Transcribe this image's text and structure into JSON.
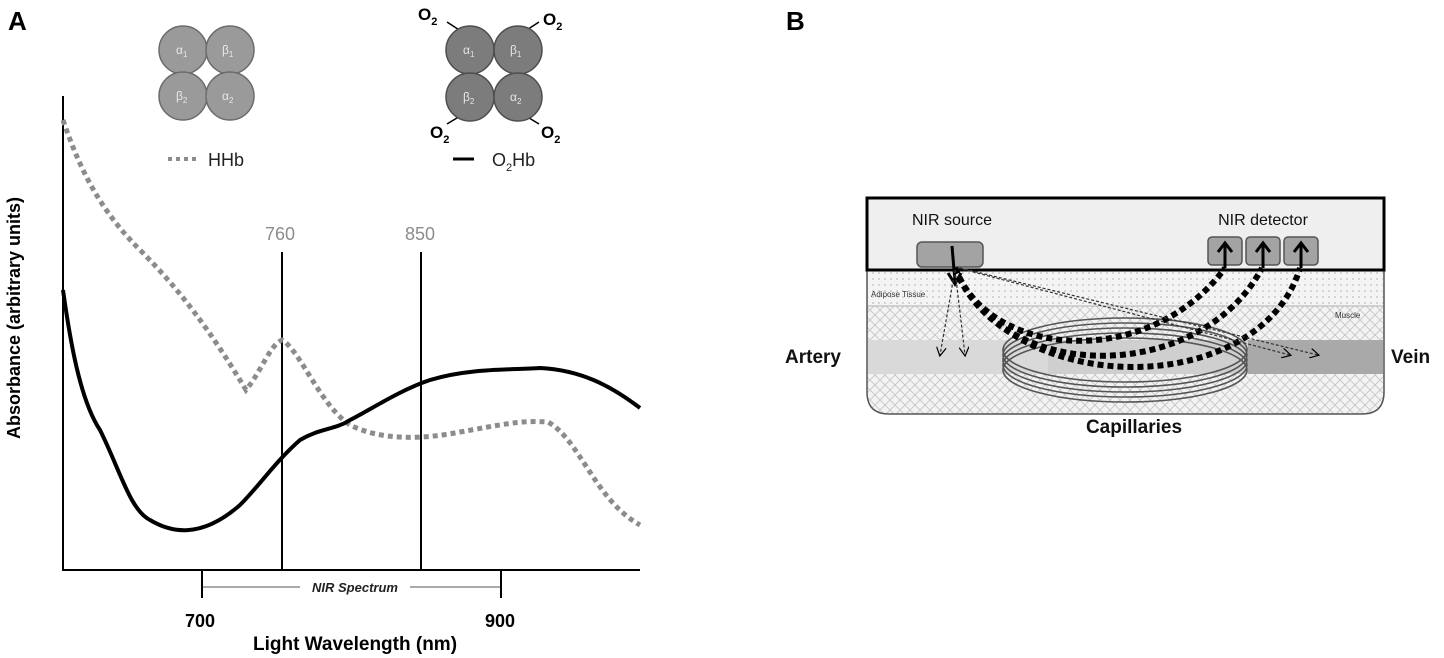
{
  "panel_a": {
    "label": "A",
    "deoxy_molecule": {
      "subunits": [
        {
          "name": "α",
          "sub": "1"
        },
        {
          "name": "β",
          "sub": "1"
        },
        {
          "name": "β",
          "sub": "2"
        },
        {
          "name": "α",
          "sub": "2"
        }
      ]
    },
    "oxy_molecule": {
      "subunits": [
        {
          "name": "α",
          "sub": "1"
        },
        {
          "name": "β",
          "sub": "1"
        },
        {
          "name": "β",
          "sub": "2"
        },
        {
          "name": "α",
          "sub": "2"
        }
      ],
      "oxygen_label": {
        "base": "O",
        "sub": "2"
      }
    },
    "legend": {
      "hhb": "HHb",
      "o2hb": {
        "pre": "O",
        "sub": "2",
        "post": "Hb"
      }
    },
    "markers": [
      "760",
      "850"
    ],
    "y_axis_label": "Absorbance (arbitrary units)",
    "x_axis_label": "Light Wavelength (nm)",
    "x_ticks": [
      "700",
      "900"
    ],
    "nir_range_label": "NIR Spectrum",
    "colors": {
      "hhb": "#8c8c8c",
      "o2hb": "#000000",
      "deoxy_fill": "#9a9a9a",
      "oxy_fill": "#7c7c7c"
    }
  },
  "panel_b": {
    "label": "B",
    "nir_source": "NIR source",
    "nir_detector": "NIR detector",
    "adipose": "Adipose Tissue",
    "muscle": "Muscle",
    "artery": "Artery",
    "vein": "Vein",
    "capillaries": "Capillaries"
  }
}
